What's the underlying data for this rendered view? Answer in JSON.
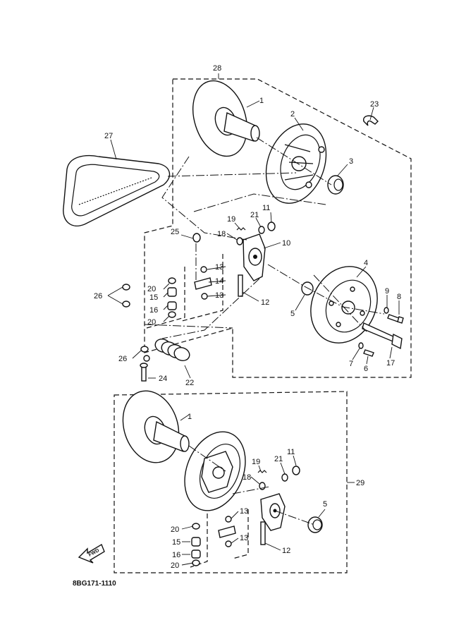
{
  "diagram": {
    "part_code": "8BG171-1110",
    "fwd_label": "FWD",
    "callouts": {
      "c1a": "1",
      "c2": "2",
      "c3": "3",
      "c4": "4",
      "c5a": "5",
      "c6": "6",
      "c7": "7",
      "c8": "8",
      "c9": "9",
      "c10": "10",
      "c11a": "11",
      "c12a": "12",
      "c13a": "13",
      "c13b": "13",
      "c14": "14",
      "c15a": "15",
      "c16a": "16",
      "c17": "17",
      "c18a": "18",
      "c19a": "19",
      "c20a": "20",
      "c20b": "20",
      "c21a": "21",
      "c22": "22",
      "c23": "23",
      "c24": "24",
      "c25": "25",
      "c26a": "26",
      "c26b": "26",
      "c27": "27",
      "c28": "28",
      "c1b": "1",
      "c19b": "19",
      "c21b": "21",
      "c11b": "11",
      "c18b": "18",
      "c29": "29",
      "c5b": "5",
      "c13c": "13",
      "c13d": "13",
      "c20c": "20",
      "c15b": "15",
      "c16b": "16",
      "c20d": "20",
      "c12b": "12"
    }
  }
}
